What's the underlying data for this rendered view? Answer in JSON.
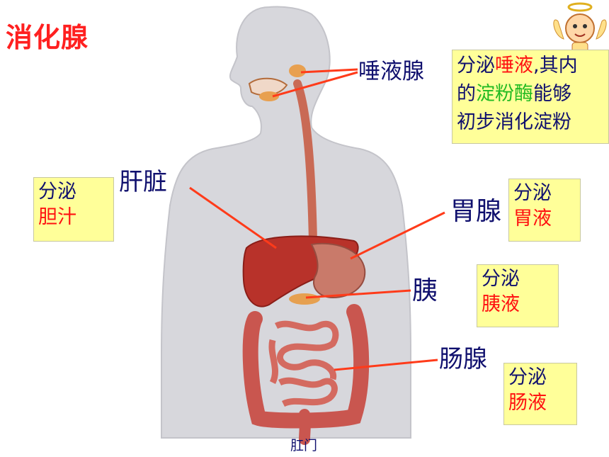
{
  "title": "消化腺",
  "labels": {
    "salivary": "唾液腺",
    "liver": "肝脏",
    "gastric": "胃腺",
    "pancreas": "胰",
    "intestinal": "肠腺",
    "anus": "肛门"
  },
  "notes": {
    "salivary": {
      "p1": "分泌",
      "p2": "唾液",
      "p3": ",其内",
      "p4": "的",
      "p5": "淀粉酶",
      "p6": "能够",
      "p7": "初步消化淀粉"
    },
    "liver": {
      "l1": "分泌",
      "l2": "胆汁"
    },
    "gastric": {
      "l1": "分泌",
      "l2": "胃液"
    },
    "pancreas": {
      "l1": "分泌",
      "l2": "胰液"
    },
    "intestinal": {
      "l1": "分泌",
      "l2": "肠液"
    }
  },
  "colors": {
    "title": "#ff2020",
    "label": "#10106e",
    "note_bg": "#ffff99",
    "pointer": "#ff3b1a",
    "body": "#d6d6da"
  }
}
